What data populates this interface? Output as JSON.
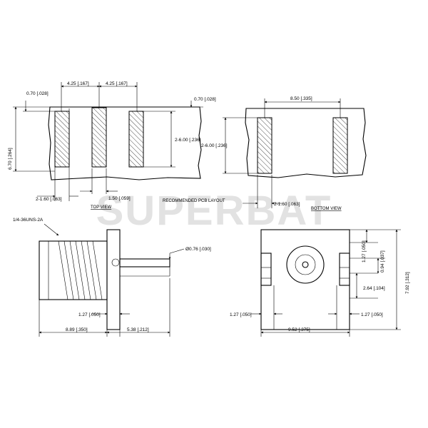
{
  "watermark": "SUPERBAT",
  "top_view": {
    "caption": "TOP VIEW",
    "dims": {
      "gap_left": "0.70 [.028]",
      "pitch_left": "4.25 [.167]",
      "pitch_right": "4.25 [.167]",
      "gap_right": "0.70 [.028]",
      "height_left": "6.70 [.264]",
      "pad_height": "2-6.00 [.236]",
      "pad_width": "2-1.60 [.063]",
      "center_width": "1.50 [.059]"
    }
  },
  "center_caption": "RECOMMENDED PCB LAYOUT",
  "bottom_view": {
    "caption": "BOTTOM VIEW",
    "dims": {
      "pad_spacing": "8.50 [.335]",
      "pad_height": "2-6.00 [.236]",
      "pad_width": "2-1.60 [.063]"
    }
  },
  "side_view": {
    "thread": "1/4-36UNS-2A",
    "pin_dia": "Ø0.76 [.030]",
    "flange": "1.27 [.050]",
    "length_left": "8.89 [.350]",
    "length_right": "5.38 [.212]"
  },
  "front_view": {
    "top_gap": "1.27 [.050]",
    "pin_offset": "0.94 [.037]",
    "height": "7.92 [.312]",
    "mid_height": "2.64 [.104]",
    "bottom_left": "1.27 [.050]",
    "bottom_right": "1.27 [.050]",
    "width": "9.52 [.375]"
  }
}
